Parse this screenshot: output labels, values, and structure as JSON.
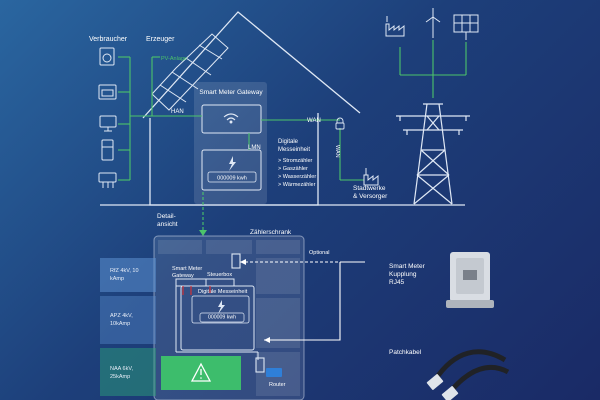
{
  "labels": {
    "verbraucher": "Verbraucher",
    "erzeuger": "Erzeuger",
    "pv_anlage": "PV-Anlage",
    "han": "HAN",
    "wan": "WAN",
    "lmn": "LMN",
    "gateway_title": "Smart Meter Gateway",
    "digitale_messeinheit": [
      "Digitale",
      "Messeinheit"
    ],
    "meter_list": [
      "> Stromzähler",
      "> Gaszähler",
      "> Wasserzähler",
      "> Wärmezähler"
    ],
    "kwh_reading": "000009 kwh",
    "stadtwerke": [
      "Stadtwerke",
      "& Versorger"
    ],
    "detail": [
      "Detail-",
      "ansicht"
    ],
    "zaehlerschrank": "Zählerschrank",
    "rfz": [
      "RfZ 4kV, 10",
      "kAmp"
    ],
    "apz": [
      "APZ 4kV,",
      "10kAmp"
    ],
    "naa": [
      "NAA 6kV,",
      "25kAmp"
    ],
    "cab_gateway": [
      "Smart Meter",
      "Gateway"
    ],
    "cab_steuerbox": "Steuerbox",
    "cab_messeinheit": "Digitale Messeinheit",
    "cab_kwh": "000009 kwh",
    "router": "Router",
    "optional": "Optional",
    "kupplung": [
      "Smart Meter",
      "Kupplung",
      "RJ45"
    ],
    "patchkabel": "Patchkabel"
  },
  "colors": {
    "green": "#4cc46a",
    "line": "#dfe8f5",
    "red": "#e03030",
    "blue_connector": "#2f7fd8"
  }
}
